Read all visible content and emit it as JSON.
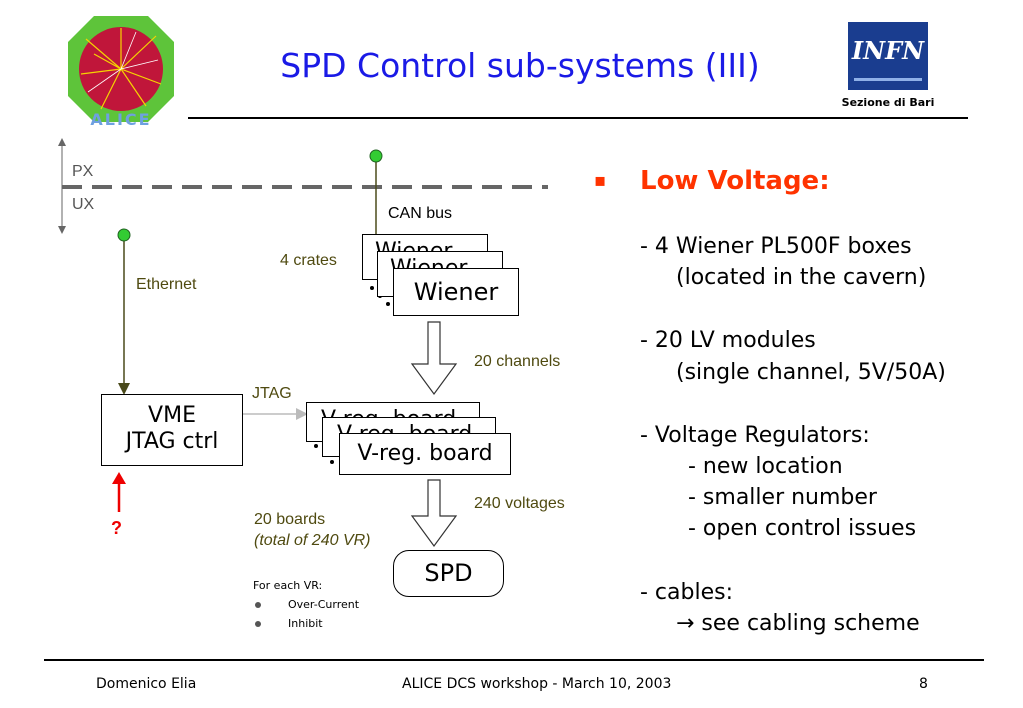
{
  "header": {
    "title": "SPD Control sub-systems (III)",
    "logo_left_text": "ALICE",
    "logo_right_text": "INFN",
    "logo_right_subtext": "Sezione di Bari"
  },
  "diagram": {
    "zone_upper": "PX",
    "zone_lower": "UX",
    "can_bus": "CAN bus",
    "crates": "4 crates",
    "wiener_back1": "Wiener",
    "wiener_back2": "Wiener",
    "wiener": "Wiener",
    "ethernet": "Ethernet",
    "channels": "20 channels",
    "jtag": "JTAG",
    "vme_line1": "VME",
    "vme_line2": "JTAG ctrl",
    "vreg_back1": "V-reg. board",
    "vreg_back2": "V-reg. board",
    "vreg": "V-reg. board",
    "question": "?",
    "voltages": "240 voltages",
    "boards_line1": "20 boards",
    "boards_line2": "(total of 240 VR)",
    "spd": "SPD",
    "vr_heading": "For each VR:",
    "vr_items": [
      "Over-Current",
      "Inhibit"
    ],
    "colors": {
      "node_green": "#33cc33",
      "line": "#4a4a1a",
      "arrow_red": "#ee0000"
    }
  },
  "bullets": {
    "marker": "▪",
    "heading": "Low Voltage:",
    "heading_color": "#ff3300",
    "lines": [
      "-  4 Wiener PL500F boxes",
      "(located in the cavern)",
      "-  20 LV modules",
      "(single channel, 5V/50A)",
      "-  Voltage Regulators:",
      "-  new location",
      "-  smaller number",
      "-  open control issues",
      "-  cables:",
      "→ see cabling scheme"
    ]
  },
  "footer": {
    "author": "Domenico Elia",
    "event": "ALICE DCS workshop - March 10, 2003",
    "page": "8"
  }
}
